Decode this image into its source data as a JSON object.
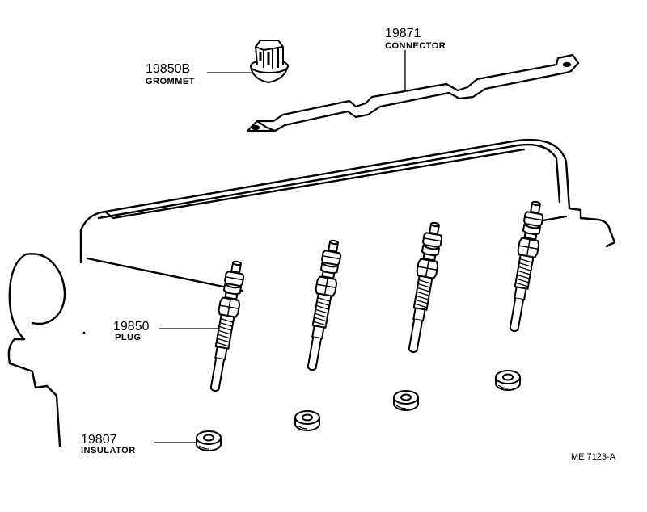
{
  "parts": {
    "connector": {
      "number": "19871",
      "name": "CONNECTOR"
    },
    "grommet": {
      "number": "19850B",
      "name": "GROMMET"
    },
    "plug": {
      "number": "19850",
      "name": "PLUG"
    },
    "insulator": {
      "number": "19807",
      "name": "INSULATOR"
    }
  },
  "drawing_ref": "ME 7123-A",
  "colors": {
    "line": "#000000",
    "background": "#ffffff"
  }
}
